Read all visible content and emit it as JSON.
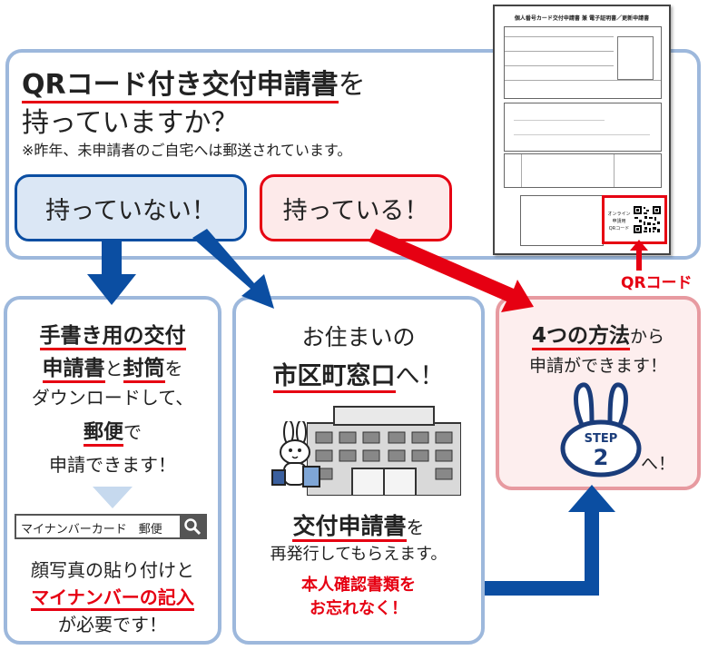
{
  "question": {
    "line1_highlight": "QRコード付き交付申請書",
    "line1_suffix": "を",
    "line2": "持っていますか？",
    "note": "※昨年、未申請者のご自宅へは郵送されています。"
  },
  "answers": {
    "no": "持っていない！",
    "yes": "持っている！"
  },
  "form_doc": {
    "title": "個人番号カード交付申請書 兼 電子証明書／更新申請書",
    "qr_box_label_1": "オンライン",
    "qr_box_label_2": "申請用",
    "qr_box_label_3": "QRコード"
  },
  "qr_label": "QRコード",
  "mail_option": {
    "line1_highlight": "手書き用の交付",
    "line2_highlight": "申請書",
    "line2_mid": "と",
    "line2_highlight2": "封筒",
    "line2_suffix": "を",
    "line3": "ダウンロードして、",
    "line4_highlight": "郵便",
    "line4_suffix": "で",
    "line5": "申請できます！",
    "search_text": "マイナンバーカード　郵便",
    "footer1": "顔写真の貼り付けと",
    "footer2": "マイナンバーの記入",
    "footer3": "が必要です！"
  },
  "counter_option": {
    "line1": "お住まいの",
    "line2_highlight": "市区町窓口",
    "line2_suffix": "へ！",
    "line3_highlight": "交付申請書",
    "line3_suffix": "を",
    "line4": "再発行してもらえます。",
    "warn1": "本人確認書類を",
    "warn2": "お忘れなく！"
  },
  "methods_option": {
    "line1_highlight": "4つの方法",
    "line1_suffix": "から",
    "line2": "申請ができます！",
    "step_word": "STEP",
    "step_num": "2",
    "step_suffix": "へ！"
  },
  "colors": {
    "blue_arrow": "#0b4ea2",
    "red": "#e60012",
    "panel_border": "#9db8dc",
    "no_btn_fill": "#dbe7f5",
    "yes_btn_fill": "#fdeaea",
    "methods_fill": "#fdeeee"
  }
}
